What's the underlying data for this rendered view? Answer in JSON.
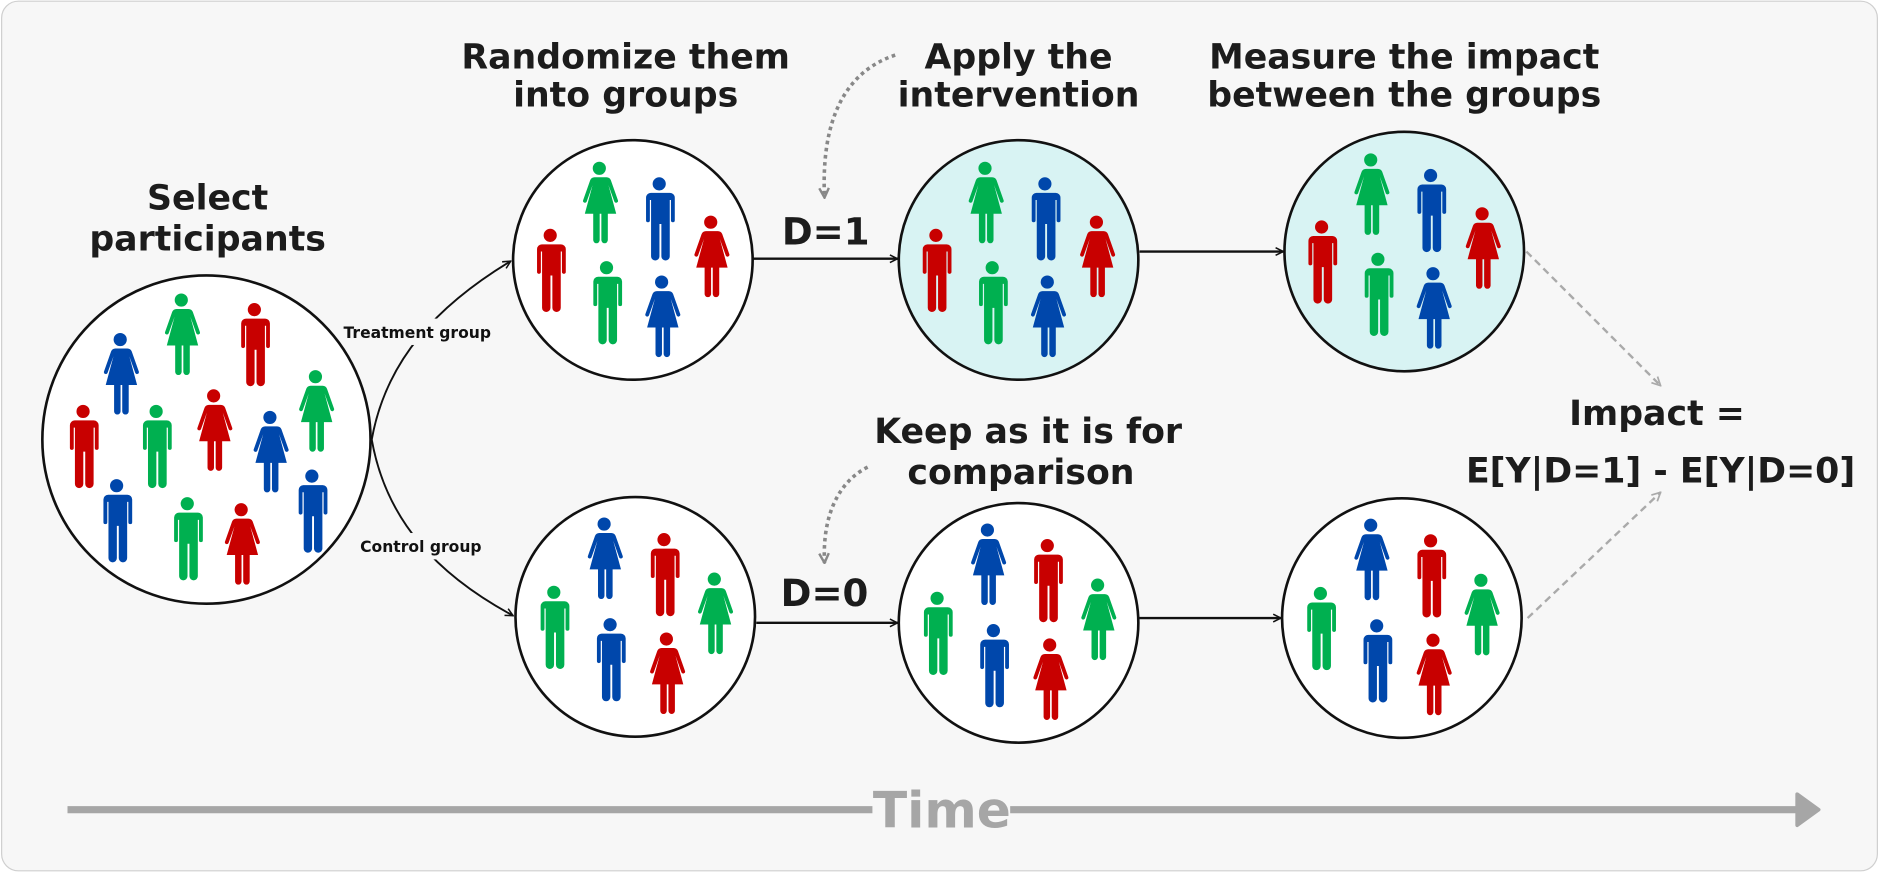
{
  "titles": {
    "select": [
      "Select",
      "participants"
    ],
    "randomize": [
      "Randomize them",
      "into groups"
    ],
    "apply": [
      "Apply the",
      "intervention"
    ],
    "measure": [
      "Measure the impact",
      "between the groups"
    ],
    "keep": [
      "Keep as it is for",
      "comparison"
    ]
  },
  "labels": {
    "treatment_group": "Treatment group",
    "control_group": "Control group",
    "d1": "D=1",
    "d0": "D=0",
    "impact_line1": "Impact =",
    "impact_line2": "E[Y|D=1] - E[Y|D=0]",
    "time": "Time"
  },
  "colors": {
    "red": "#c80000",
    "green": "#00b050",
    "blue": "#0047ab",
    "treated_fill": "#d8f3f3",
    "background": "#f7f7f7",
    "time_gray": "#a6a6a6"
  },
  "groups": {
    "participants": [
      [
        "woman",
        "blue"
      ],
      [
        "woman",
        "green"
      ],
      [
        "man",
        "red"
      ],
      [
        "woman",
        "green"
      ],
      [
        "man",
        "red"
      ],
      [
        "man",
        "green"
      ],
      [
        "woman",
        "red"
      ],
      [
        "woman",
        "blue"
      ],
      [
        "man",
        "blue"
      ],
      [
        "man",
        "green"
      ],
      [
        "woman",
        "red"
      ],
      [
        "man",
        "blue"
      ]
    ],
    "treatment": [
      [
        "woman",
        "green"
      ],
      [
        "man",
        "blue"
      ],
      [
        "man",
        "red"
      ],
      [
        "woman",
        "red"
      ],
      [
        "man",
        "green"
      ],
      [
        "woman",
        "blue"
      ]
    ],
    "control": [
      [
        "woman",
        "blue"
      ],
      [
        "man",
        "red"
      ],
      [
        "woman",
        "green"
      ],
      [
        "man",
        "green"
      ],
      [
        "man",
        "blue"
      ],
      [
        "woman",
        "red"
      ]
    ]
  }
}
